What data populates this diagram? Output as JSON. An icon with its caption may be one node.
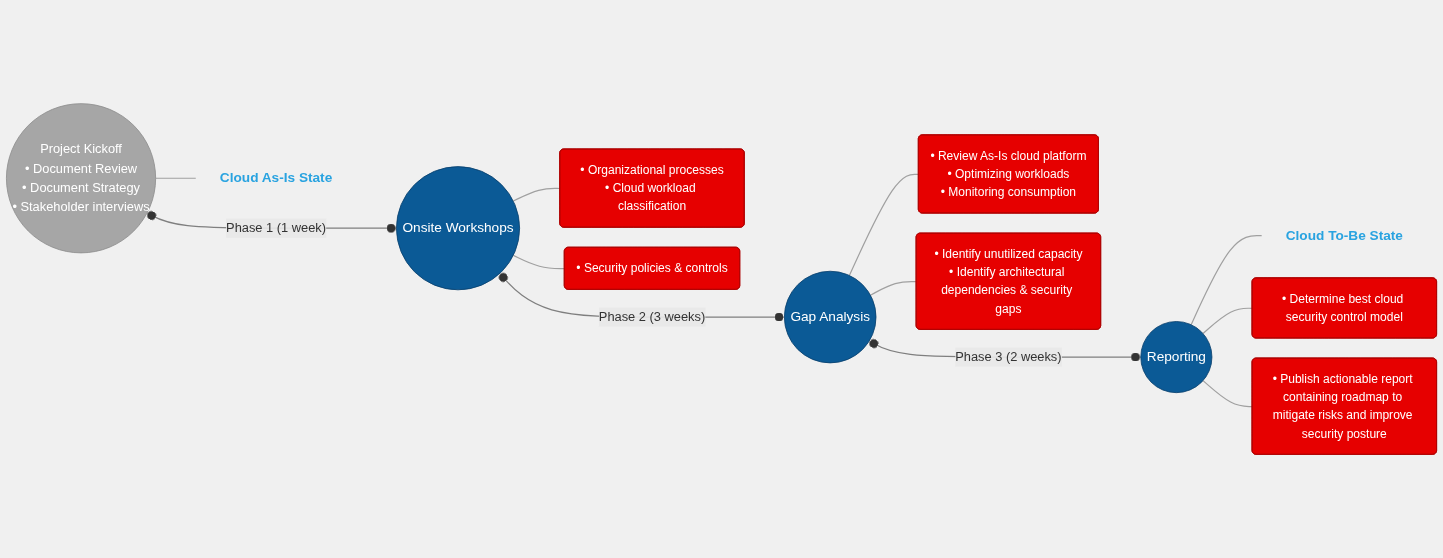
{
  "diagram": {
    "nodes": [
      {
        "text": [
          "Project Kickoff",
          "• Document Review",
          "• Document Strategy",
          "• Stakeholder interviews"
        ]
      },
      {
        "text": [
          "Onsite Workshops"
        ]
      },
      {
        "text": [
          "Gap Analysis"
        ]
      },
      {
        "text": [
          "Reporting"
        ]
      },
      {
        "text": [
          "Cloud As-Is State"
        ]
      },
      {
        "text": [
          "Cloud To-Be State"
        ]
      },
      {
        "text": [
          "• Review As-Is cloud platform",
          "• Optimizing workloads",
          "• Monitoring consumption"
        ]
      },
      {
        "text": [
          "• Identify unutilized capacity",
          "• Identify architectural dependencies & security gaps"
        ]
      },
      {
        "text": [
          "• Organizational processes",
          "• Cloud workload classification"
        ]
      },
      {
        "text": [
          "• Security policies & controls"
        ]
      },
      {
        "text": [
          "• Determine best cloud security control model"
        ]
      },
      {
        "text": [
          "• Publish actionable report containing roadmap to mitigate risks and improve security posture"
        ]
      }
    ],
    "edges": [
      {
        "from": 0,
        "to": 1,
        "label": "Phase 1 (1 week)",
        "arrow": "other"
      },
      {
        "from": 1,
        "to": 2,
        "label": "Phase 2 (3 weeks)",
        "arrow": "other"
      },
      {
        "from": 2,
        "to": 3,
        "label": "Phase 3 (2 weeks)",
        "arrow": "other"
      },
      {
        "from": 0,
        "to": 4,
        "arrow": "none"
      },
      {
        "from": 3,
        "to": 5,
        "arrow": "none"
      },
      {
        "from": 2,
        "to": 6,
        "arrow": "none"
      },
      {
        "from": 2,
        "to": 7,
        "arrow": "none"
      },
      {
        "from": 1,
        "to": 8,
        "arrow": "none"
      },
      {
        "from": 1,
        "to": 9,
        "arrow": "none"
      },
      {
        "from": 3,
        "to": 10,
        "arrow": "none"
      },
      {
        "from": 3,
        "to": 11,
        "arrow": "none"
      }
    ]
  }
}
